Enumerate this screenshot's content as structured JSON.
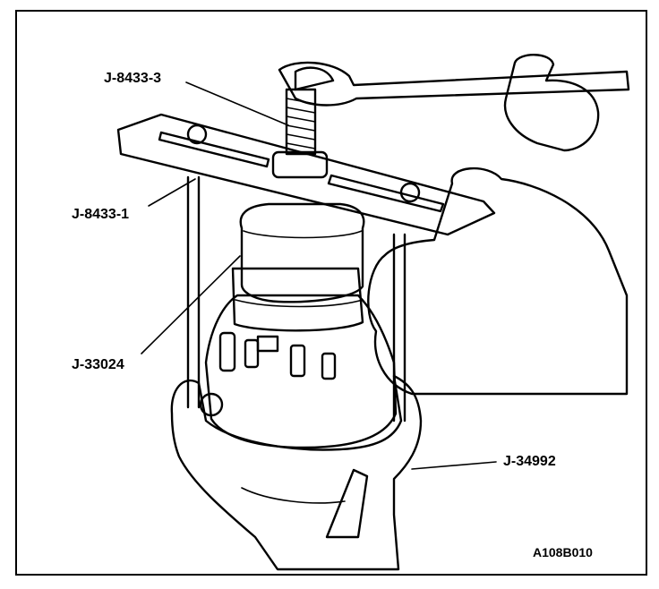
{
  "labels": {
    "j8433_3": "J-8433-3",
    "j8433_1": "J-8433-1",
    "j33024": "J-33024",
    "j34992": "J-34992"
  },
  "figure_id": "A108B010"
}
